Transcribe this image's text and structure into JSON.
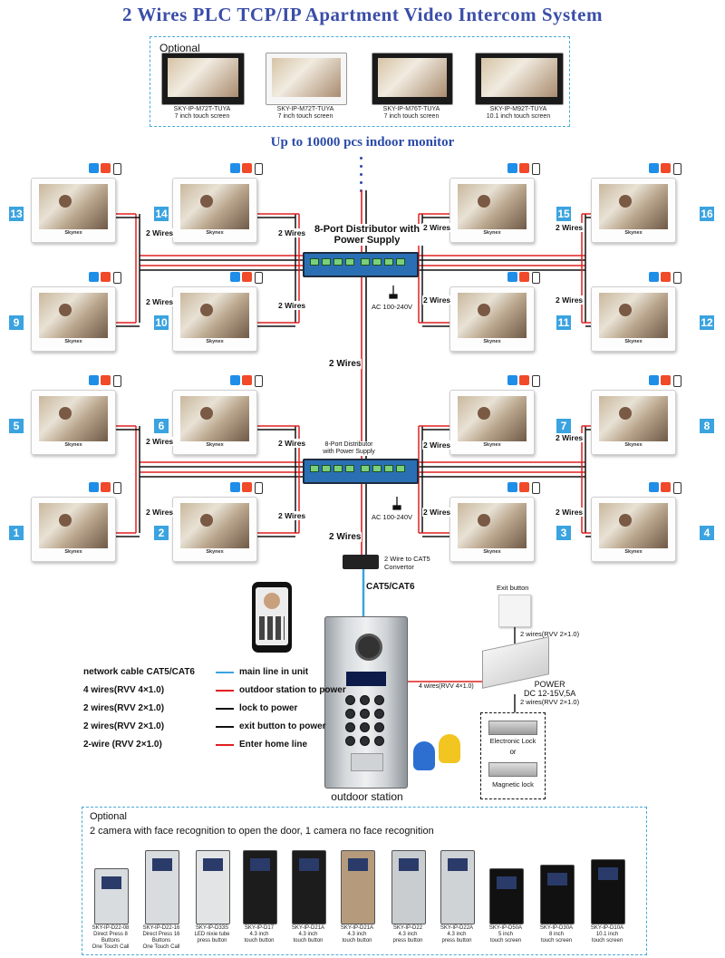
{
  "title": "2 Wires  PLC TCP/IP Apartment Video Intercom System",
  "optional_monitors": {
    "label": "Optional",
    "items": [
      {
        "model": "SKY-IP-M72T-TUYA",
        "desc": "7 inch touch screen"
      },
      {
        "model": "SKY-IP-M72T-TUYA",
        "desc": "7 inch touch screen"
      },
      {
        "model": "SKY-IP-M76T-TUYA",
        "desc": "7 inch touch screen"
      },
      {
        "model": "SKY-IP-M92T-TUYA",
        "desc": "10.1 inch touch screen"
      }
    ]
  },
  "up_to": "Up to 10000 pcs indoor monitor",
  "monitor_brand": "Skynex",
  "monitor_numbers": [
    "13",
    "14",
    "15",
    "16",
    "9",
    "10",
    "11",
    "12",
    "5",
    "6",
    "7",
    "8",
    "1",
    "2",
    "3",
    "4"
  ],
  "wire_label": "2 Wires",
  "distributor_top": {
    "label_line1": "8-Port Distributor with",
    "label_line2": "Power Supply"
  },
  "distributor_bottom": {
    "label_line1": "8-Port Distributor",
    "label_line2": "with Power Supply"
  },
  "ac_label": "AC 100-240V",
  "convertor": {
    "line1": "2 Wire to CAT5",
    "line2": "Convertor"
  },
  "cat_label": "CAT5/CAT6",
  "exit_button": "Exit button",
  "wires_rvv2_a": "2 wires(RVV 2×1.0)",
  "wires_rvv4": "4 wires(RVV 4×1.0)",
  "power": {
    "line1": "POWER",
    "line2": "DC 12-15V,5A"
  },
  "wires_rvv2_b": "2 wires(RVV 2×1.0)",
  "electronic_lock": "Electronic Lock",
  "or_text": "or",
  "magnetic_lock": "Magnetic lock",
  "outdoor_station": "outdoor station",
  "legend": [
    {
      "cable": "network cable CAT5/CAT6",
      "meaning": "main line in unit",
      "color": "#3aa3e0"
    },
    {
      "cable": "4 wires(RVV 4×1.0)",
      "meaning": "outdoor station to power",
      "color": "#e02020"
    },
    {
      "cable": "2 wires(RVV 2×1.0)",
      "meaning": "lock to power",
      "color": "#111111"
    },
    {
      "cable": "2 wires(RVV 2×1.0)",
      "meaning": "exit button to power",
      "color": "#111111"
    },
    {
      "cable": "2-wire (RVV 2×1.0)",
      "meaning": "Enter home line",
      "color": "#e02020"
    }
  ],
  "optional_stations": {
    "label": "Optional",
    "note": "2 camera with face recognition to open the door, 1 camera no face recognition",
    "items": [
      {
        "model": "SKY-IP-D22-08",
        "l2": "Direct Press 8 Buttons",
        "l3": "One Touch Call"
      },
      {
        "model": "SKY-IP-D22-16",
        "l2": "Direct Press 16 Buttons",
        "l3": "One Touch Call"
      },
      {
        "model": "SKY-IP-D33S",
        "l2": "LED nixie tube",
        "l3": "press button"
      },
      {
        "model": "SKY-IP-D17",
        "l2": "4.3 inch",
        "l3": "touch button"
      },
      {
        "model": "SKY-IP-D21A",
        "l2": "4.3 inch",
        "l3": "touch button"
      },
      {
        "model": "SKY-IP-D21A",
        "l2": "4.3 inch",
        "l3": "touch button"
      },
      {
        "model": "SKY-IP-D22",
        "l2": "4.3 inch",
        "l3": "press button"
      },
      {
        "model": "SKY-IP-D22A",
        "l2": "4.3 inch",
        "l3": "press button"
      },
      {
        "model": "SKY-IP-D50A",
        "l2": "5 inch",
        "l3": "touch screen"
      },
      {
        "model": "SKY-IP-D30A",
        "l2": "8 inch",
        "l3": "touch screen"
      },
      {
        "model": "SKY-IP-D10A",
        "l2": "10.1 inch",
        "l3": "touch screen"
      }
    ]
  },
  "colors": {
    "title": "#3b4ea8",
    "accent_blue": "#3aa3e0",
    "wire_red": "#e02020",
    "distributor": "#2a6fb4"
  }
}
